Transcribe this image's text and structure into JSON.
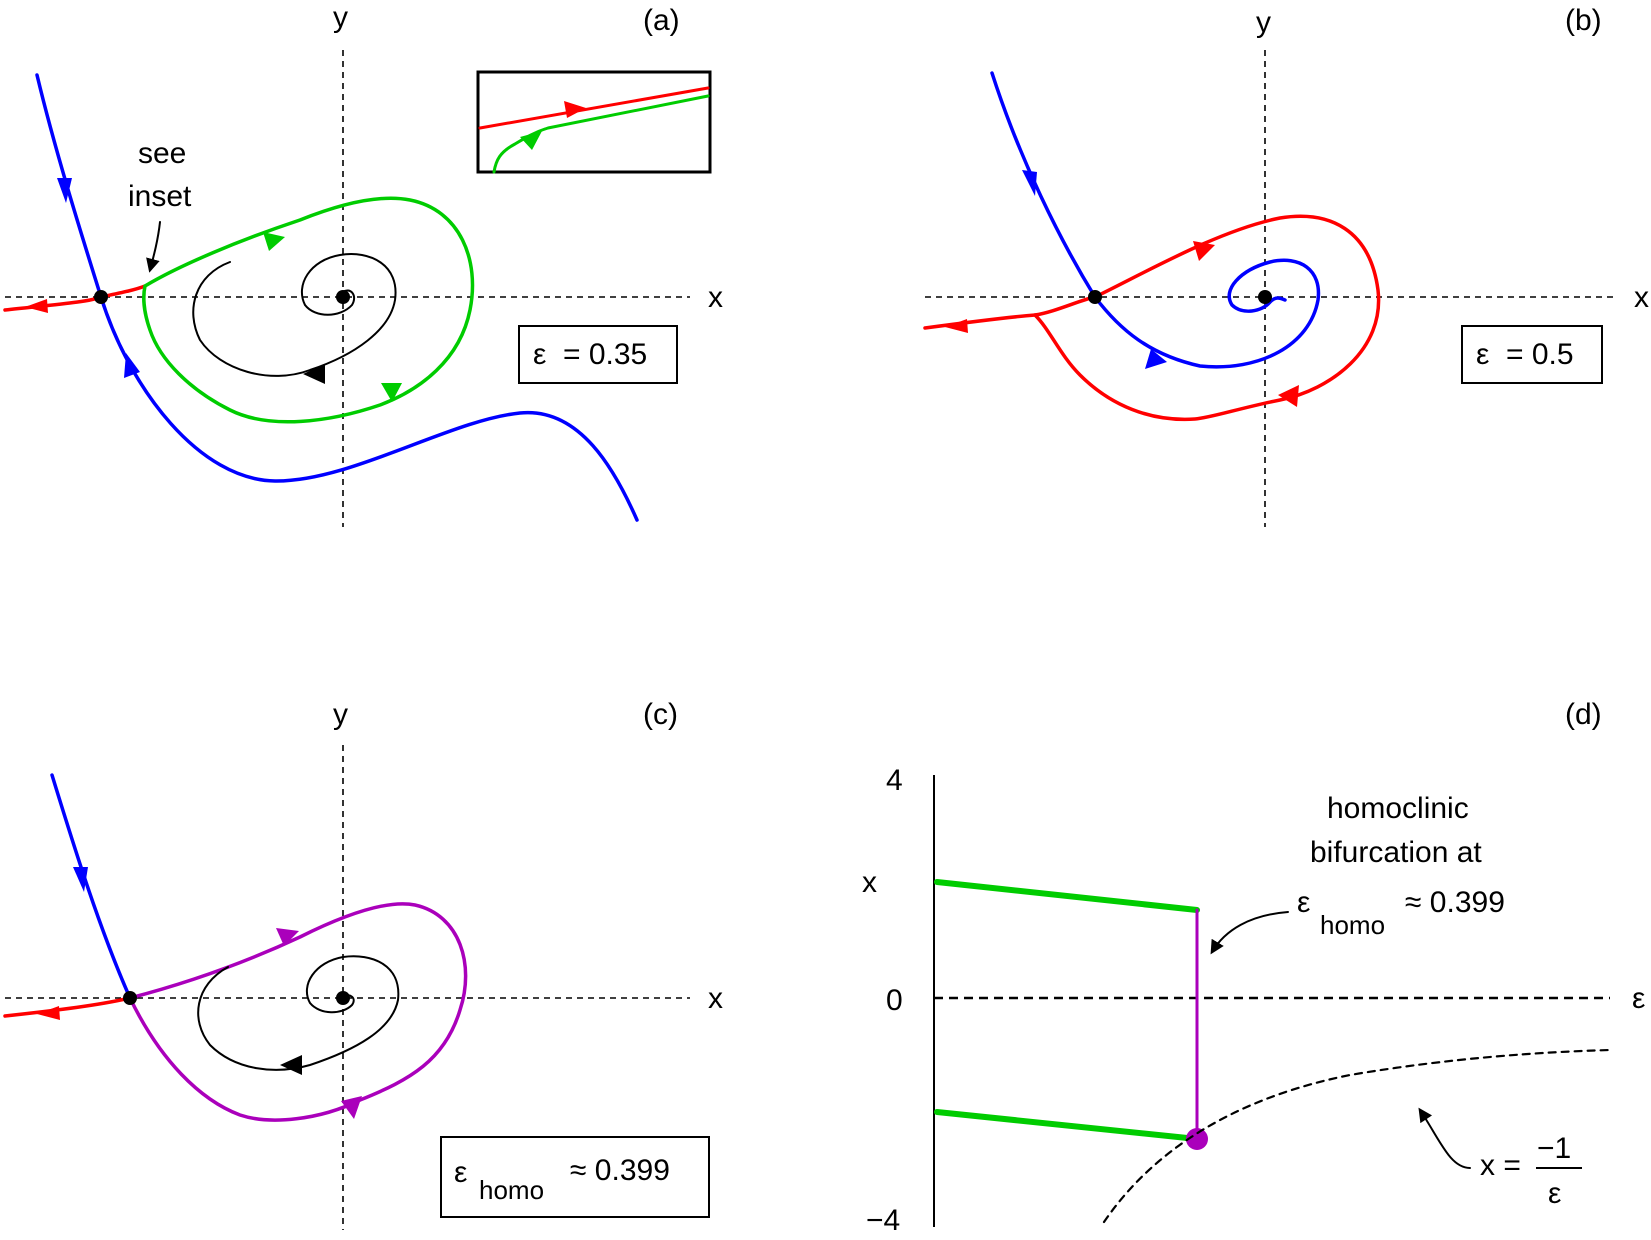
{
  "panels": {
    "a": {
      "label": "(a)",
      "x_axis": "x",
      "y_axis": "y",
      "annotation_line1": "see",
      "annotation_line2": "inset",
      "epsilon_symbol": "ε",
      "epsilon_value": "= 0.35"
    },
    "b": {
      "label": "(b)",
      "x_axis": "x",
      "y_axis": "y",
      "epsilon_symbol": "ε",
      "epsilon_value": "= 0.5"
    },
    "c": {
      "label": "(c)",
      "x_axis": "x",
      "y_axis": "y",
      "epsilon_symbol": "ε",
      "epsilon_sub": "homo",
      "epsilon_value": "≈ 0.399"
    },
    "d": {
      "label": "(d)",
      "y_axis": "x",
      "x_axis": "ε",
      "y_ticks": [
        "4",
        "0",
        "−4"
      ],
      "note_line1": "homoclinic",
      "note_line2": "bifurcation at",
      "eps_symbol": "ε",
      "eps_sub": "homo",
      "eps_value": "≈ 0.399",
      "curve_label_lhs": "x =",
      "curve_label_num": "−1",
      "curve_label_den": "ε"
    }
  },
  "colors": {
    "stable_manifold": "#0000ff",
    "unstable_manifold": "#ff0000",
    "limit_cycle": "#00cc00",
    "homoclinic_orbit": "#aa00bb",
    "trajectory": "#000000"
  }
}
